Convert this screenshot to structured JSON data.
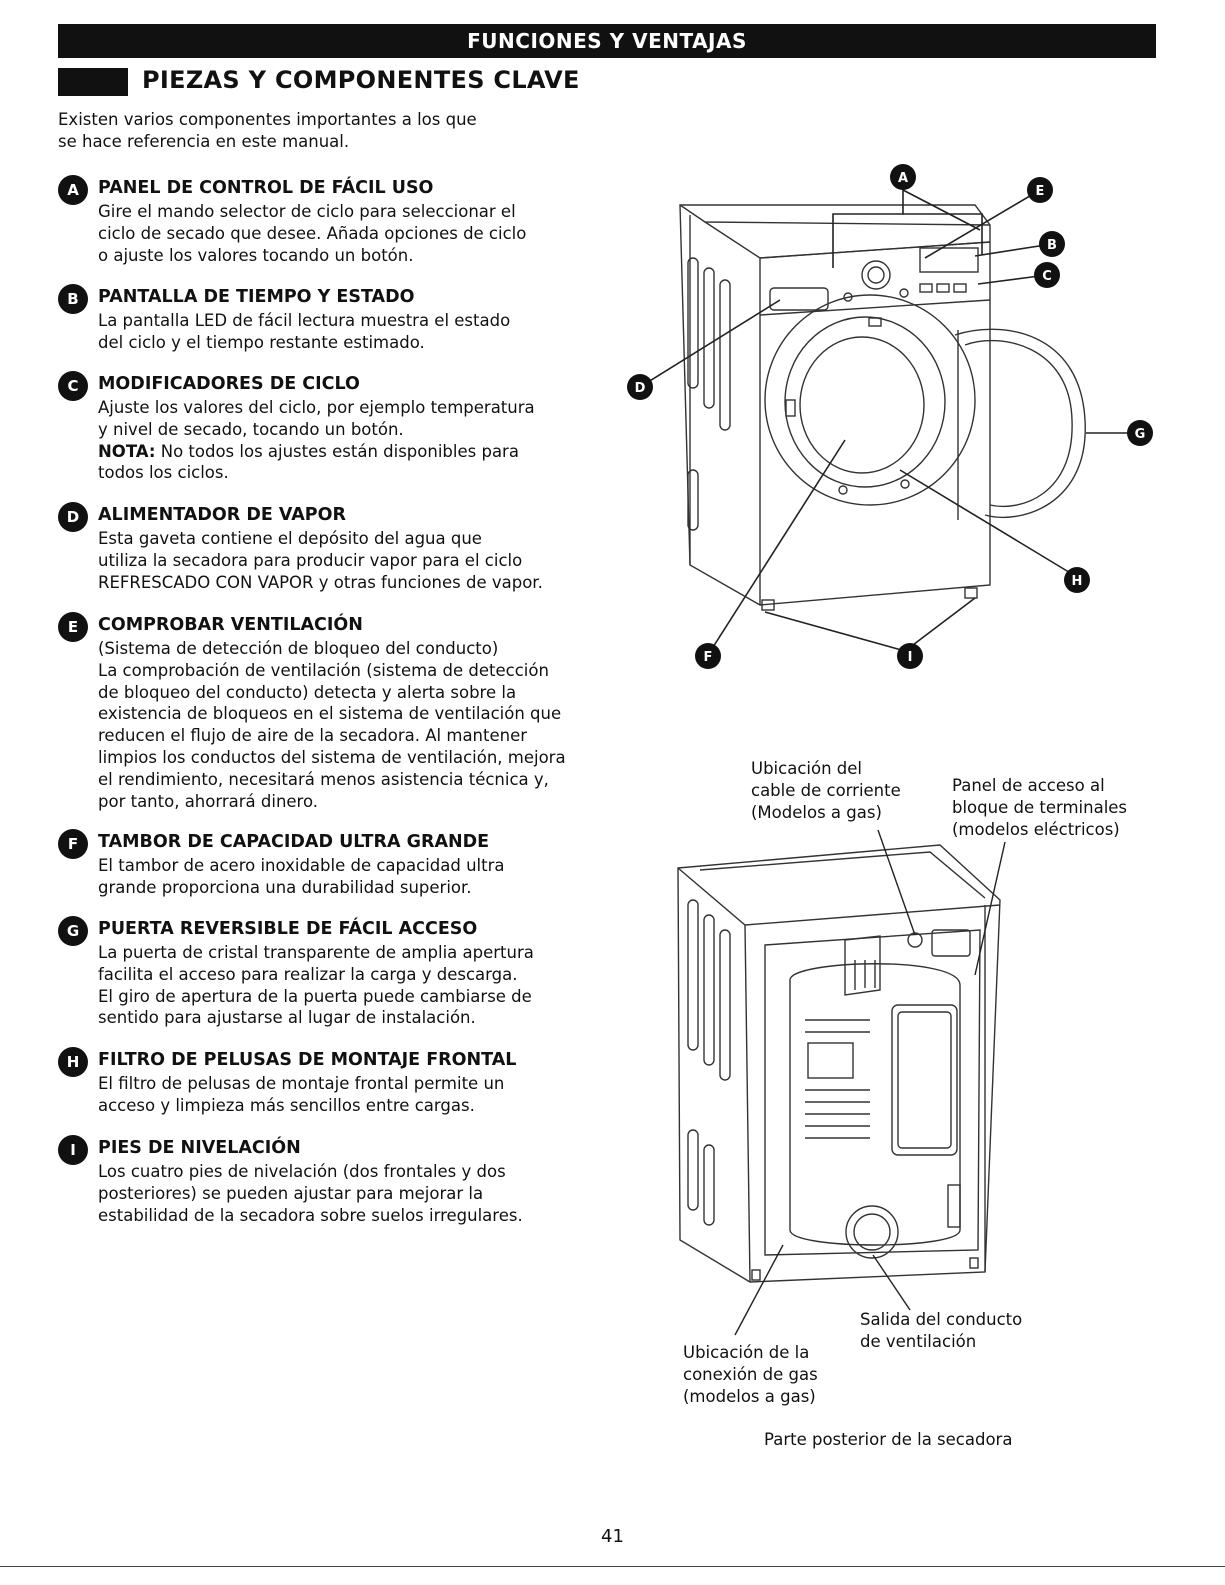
{
  "banner": "FUNCIONES Y VENTAJAS",
  "section_title": "PIEZAS Y COMPONENTES CLAVE",
  "intro": [
    "Existen varios componentes importantes a los que",
    "se hace referencia en este manual."
  ],
  "items": [
    {
      "letter": "A",
      "title": "PANEL DE CONTROL DE FÁCIL USO",
      "lines": [
        "Gire el mando selector de ciclo para seleccionar el",
        "ciclo de secado que desee. Añada opciones de ciclo",
        "o ajuste los valores tocando un botón."
      ]
    },
    {
      "letter": "B",
      "title": "PANTALLA DE TIEMPO Y ESTADO",
      "lines": [
        "La pantalla LED de fácil lectura muestra el estado",
        "del ciclo y el tiempo restante estimado."
      ]
    },
    {
      "letter": "C",
      "title": "MODIFICADORES DE CICLO",
      "lines": [
        "Ajuste los valores del ciclo, por ejemplo temperatura",
        "y nivel de secado, tocando un botón."
      ],
      "note_label": "NOTA:",
      "note_first": " No todos los ajustes están disponibles para",
      "note_lines": [
        "todos los ciclos."
      ]
    },
    {
      "letter": "D",
      "title": "ALIMENTADOR DE VAPOR",
      "lines": [
        "Esta gaveta contiene el depósito del agua que",
        "utiliza la secadora para producir vapor para el ciclo",
        "REFRESCADO CON VAPOR y otras funciones de vapor."
      ]
    },
    {
      "letter": "E",
      "title": "COMPROBAR VENTILACIÓN",
      "lines": [
        "(Sistema de detección de bloqueo del conducto)",
        "La comprobación de ventilación (sistema de detección",
        "de bloqueo del conducto) detecta y alerta sobre la",
        "existencia de bloqueos en el sistema de ventilación que",
        "reducen el flujo de aire de la secadora. Al mantener",
        "limpios los conductos del sistema de ventilación, mejora",
        "el rendimiento, necesitará menos asistencia técnica y,",
        "por tanto, ahorrará dinero."
      ]
    },
    {
      "letter": "F",
      "title": "TAMBOR DE CAPACIDAD ULTRA GRANDE",
      "lines": [
        "El tambor de acero inoxidable de capacidad ultra",
        "grande proporciona una durabilidad superior."
      ]
    },
    {
      "letter": "G",
      "title": "PUERTA REVERSIBLE DE FÁCIL ACCESO",
      "lines": [
        "La puerta de cristal transparente de amplia apertura",
        "facilita el acceso para realizar la carga y descarga.",
        "El giro de apertura de la puerta puede cambiarse de",
        "sentido para ajustarse al lugar de instalación."
      ]
    },
    {
      "letter": "H",
      "title": "FILTRO DE PELUSAS DE MONTAJE FRONTAL",
      "lines": [
        "El filtro de pelusas de montaje frontal permite un",
        "acceso y limpieza más sencillos entre cargas."
      ]
    },
    {
      "letter": "I",
      "title": "PIES DE NIVELACIÓN",
      "lines": [
        "Los cuatro pies de nivelación (dos frontales y dos",
        "posteriores) se pueden ajustar para mejorar la",
        "estabilidad de la secadora sobre suelos irregulares."
      ]
    }
  ],
  "figure_labels": {
    "power_cord": [
      "Ubicación del",
      "cable de corriente",
      "(Modelos a gas)"
    ],
    "terminal_panel": [
      "Panel de acceso al",
      "bloque de terminales",
      "(modelos eléctricos)"
    ],
    "exhaust": [
      "Salida del conducto",
      "de ventilación"
    ],
    "gas": [
      "Ubicación de la",
      "conexión de gas",
      "(modelos a gas)"
    ]
  },
  "caption": "Parte posterior de la secadora",
  "page_number": "41",
  "colors": {
    "ink": "#111111",
    "paper": "#ffffff",
    "line": "#333333"
  }
}
